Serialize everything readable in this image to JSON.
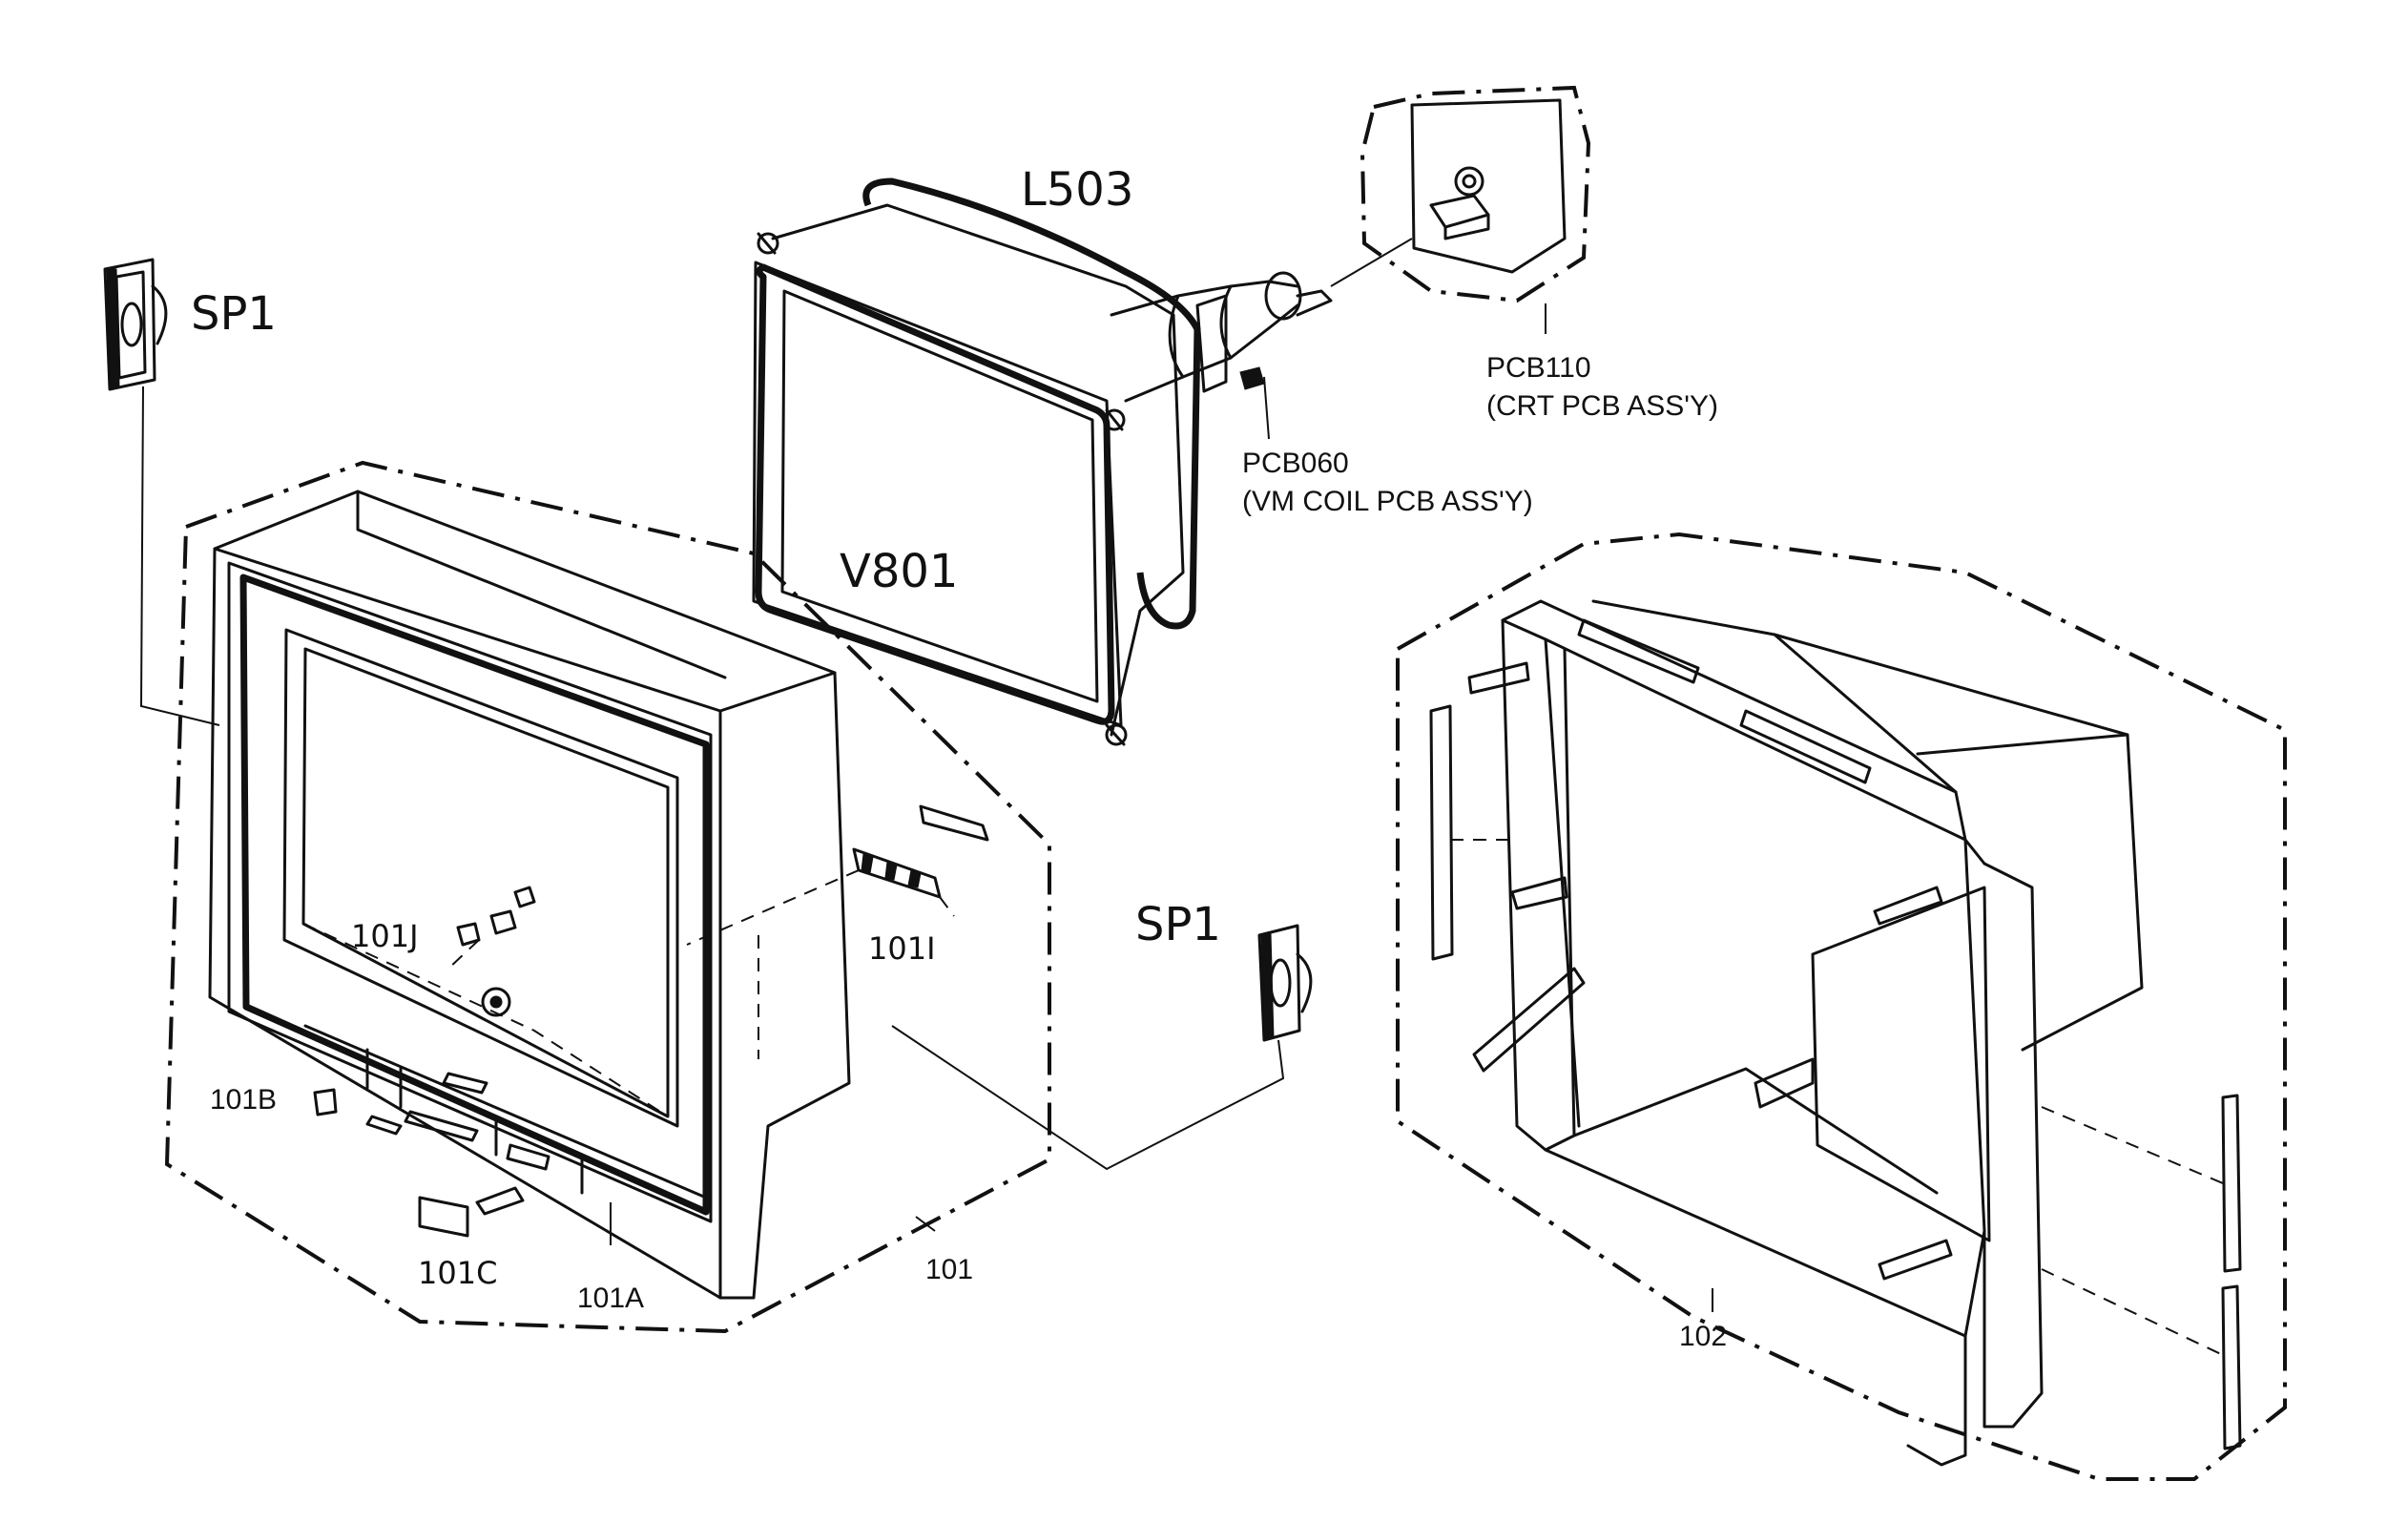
{
  "labels": {
    "L503": "L503",
    "V801": "V801",
    "SP1_left": "SP1",
    "SP1_right": "SP1",
    "PCB110": "PCB110",
    "PCB110_desc": "(CRT PCB ASS'Y)",
    "PCB060": "PCB060",
    "PCB060_desc": "(VM COIL PCB ASS'Y)",
    "101J": "101J",
    "101I": "101I",
    "101B": "101B",
    "101C": "101C",
    "101A": "101A",
    "101": "101",
    "102": "102"
  }
}
